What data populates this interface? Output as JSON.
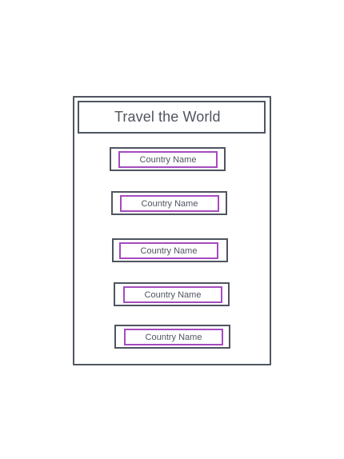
{
  "title": "Travel the World",
  "countries": [
    {
      "label": "Country Name"
    },
    {
      "label": "Country Name"
    },
    {
      "label": "Country Name"
    },
    {
      "label": "Country Name"
    },
    {
      "label": "Country Name"
    }
  ],
  "colors": {
    "outline": "#4f5560",
    "button_border": "#a54bbf",
    "background": "#ffffff"
  }
}
